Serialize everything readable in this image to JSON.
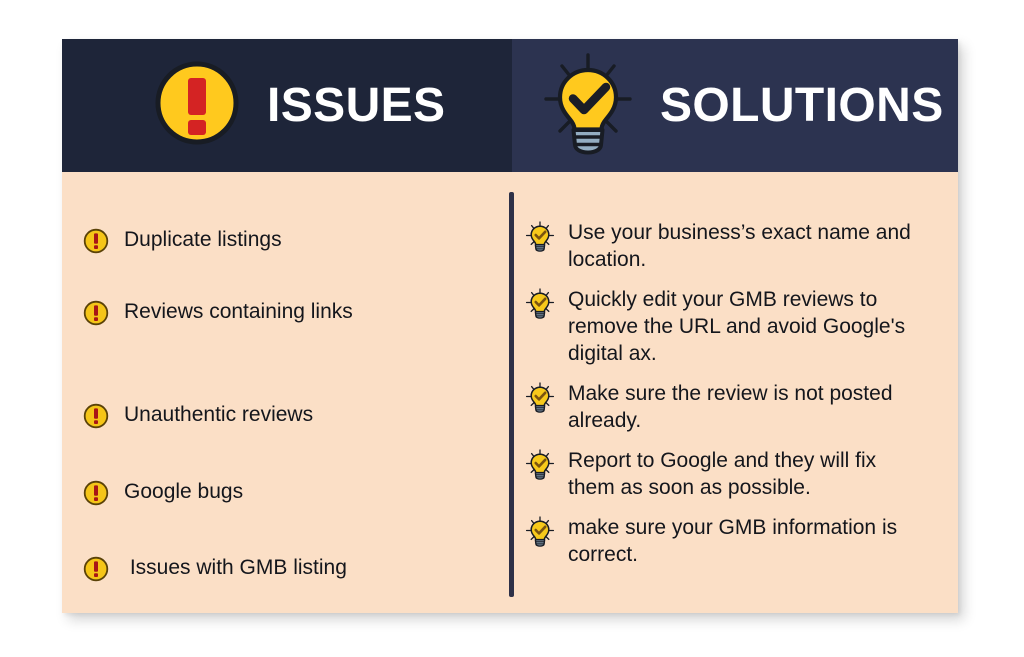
{
  "card": {
    "background_color": "#FBDFC6",
    "divider_color": "#2E3148"
  },
  "header": {
    "issues": {
      "title": "ISSUES",
      "icon": "exclamation-circle-icon",
      "background_color": "#1E2539",
      "icon_fill": "#FFC91E",
      "icon_mark_color": "#D42323"
    },
    "solutions": {
      "title": "SOLUTIONS",
      "icon": "lightbulb-check-icon",
      "background_color": "#2C3350",
      "icon_fill": "#FFC91E",
      "icon_base_color": "#8FA8BE",
      "icon_mark_color": "#8A5A12"
    },
    "title_color": "#FFFFFF"
  },
  "issues": {
    "bullet_icon": "exclamation-circle-bullet-icon",
    "items": [
      {
        "label": "Duplicate listings"
      },
      {
        "label": "Reviews containing links"
      },
      {
        "label": "Unauthentic reviews"
      },
      {
        "label": "Google bugs"
      },
      {
        "label": " Issues with GMB listing"
      }
    ]
  },
  "solutions": {
    "bullet_icon": "lightbulb-bullet-icon",
    "items": [
      {
        "label": "Use your business’s exact name and location."
      },
      {
        "label": "Quickly edit your GMB reviews to remove the URL and avoid Google's digital ax."
      },
      {
        "label": "Make sure the review is not posted already."
      },
      {
        "label": "Report to Google and they will fix them as soon as possible."
      },
      {
        "label": "make sure your GMB information is correct."
      }
    ]
  }
}
